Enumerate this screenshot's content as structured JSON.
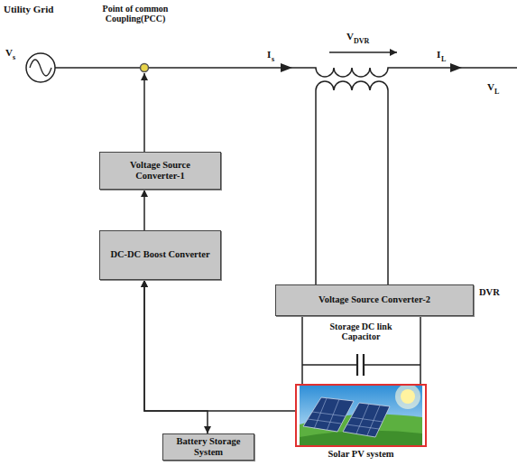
{
  "diagram": {
    "nodes": [
      {
        "text": [
          "Voltage Source Converter-1"
        ]
      },
      {
        "text": [
          "DC-DC Boost Converter"
        ]
      },
      {
        "text": [
          "Voltage Source Converter-2"
        ]
      },
      {
        "text": [
          "Solar PV system"
        ]
      },
      {
        "text": [
          "Battery Storage System"
        ]
      }
    ],
    "edges": [
      {
        "from": 1,
        "to": 0,
        "arrow": "to"
      },
      {
        "from": 3,
        "to": 1,
        "arrow": "to"
      },
      {
        "from": 4,
        "to": 1,
        "arrow": "both"
      },
      {
        "from": 2,
        "to": 3,
        "arrow": "none"
      }
    ],
    "labels": [
      "Utility Grid",
      "Point of common Coupling(PCC)",
      "V",
      "s",
      "I",
      "s",
      "V",
      "DVR",
      "I",
      "L",
      "V",
      "L",
      "DVR",
      "Storage DC link Capacitor"
    ]
  }
}
